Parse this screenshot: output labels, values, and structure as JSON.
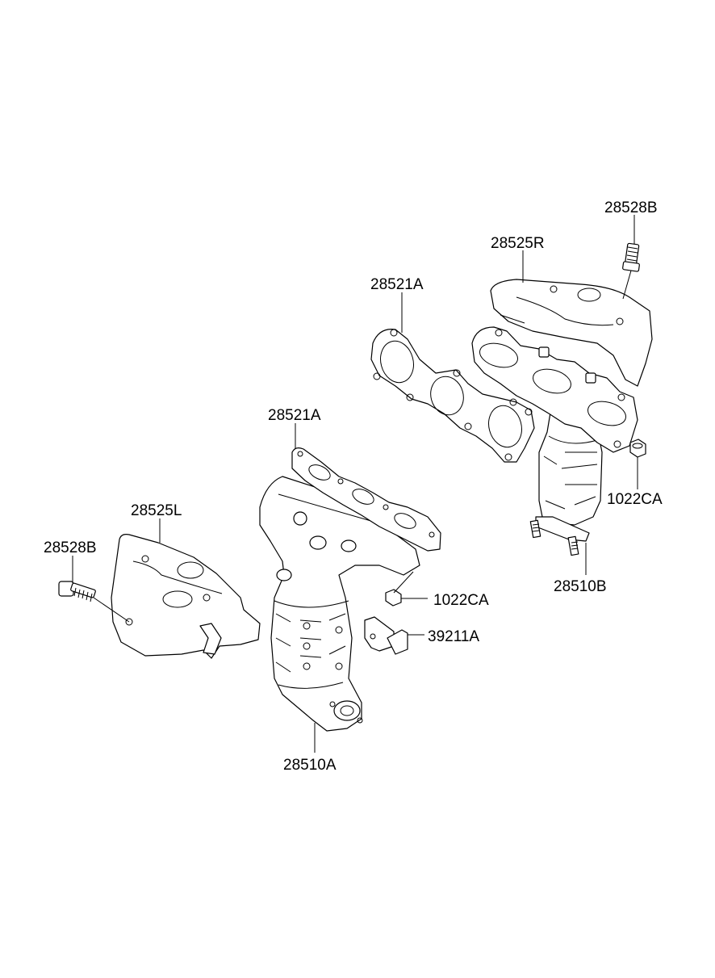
{
  "callouts": {
    "bolt_right": "28528B",
    "heat_shield_right": "28525R",
    "gasket_right": "28521A",
    "gasket_left": "28521A",
    "heat_shield_left": "28525L",
    "bolt_left": "28528B",
    "nut_right": "1022CA",
    "nut_left": "1022CA",
    "manifold_right": "28510B",
    "bracket": "39211A",
    "manifold_left": "28510A"
  }
}
